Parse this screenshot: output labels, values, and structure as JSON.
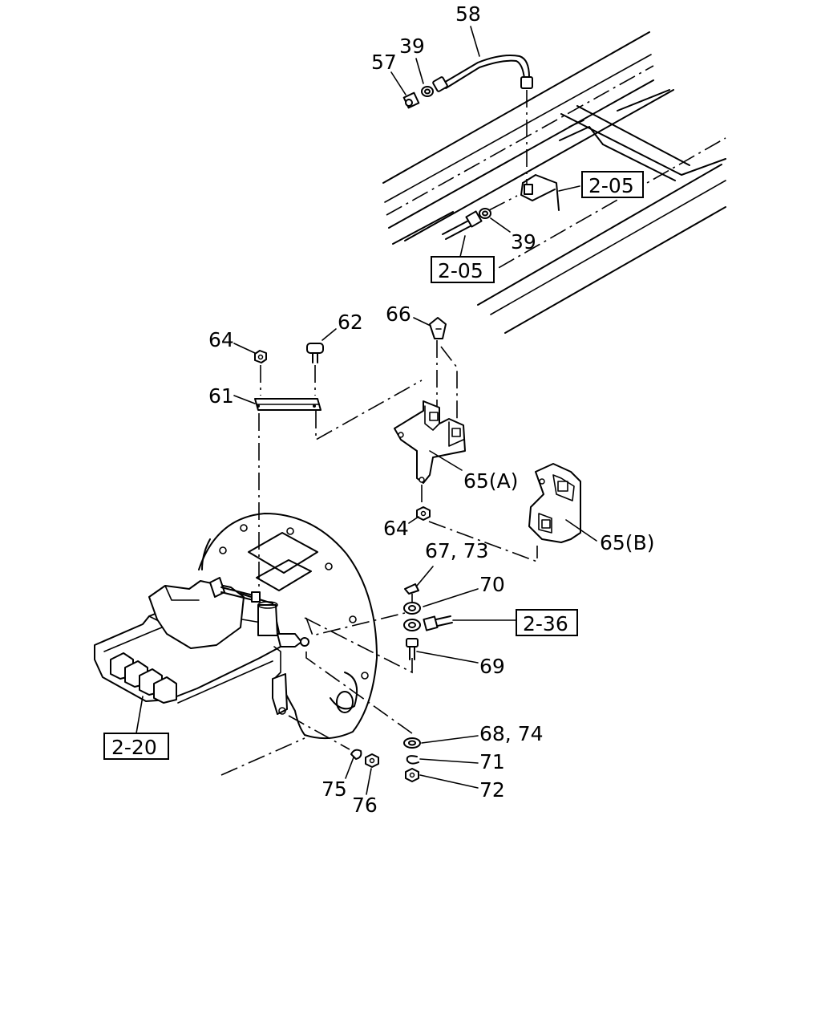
{
  "labels": {
    "p58": "58",
    "p39a": "39",
    "p57": "57",
    "p39b": "39",
    "p66": "66",
    "p64a": "64",
    "p62": "62",
    "p61": "61",
    "p65a": "65(A)",
    "p64b": "64",
    "p65b": "65(B)",
    "p6773": "67, 73",
    "p70": "70",
    "p69": "69",
    "p6874": "68, 74",
    "p71": "71",
    "p72": "72",
    "p75": "75",
    "p76": "76"
  },
  "refs": {
    "r205a": "2-05",
    "r205b": "2-05",
    "r236": "2-36",
    "r220": "2-20"
  }
}
